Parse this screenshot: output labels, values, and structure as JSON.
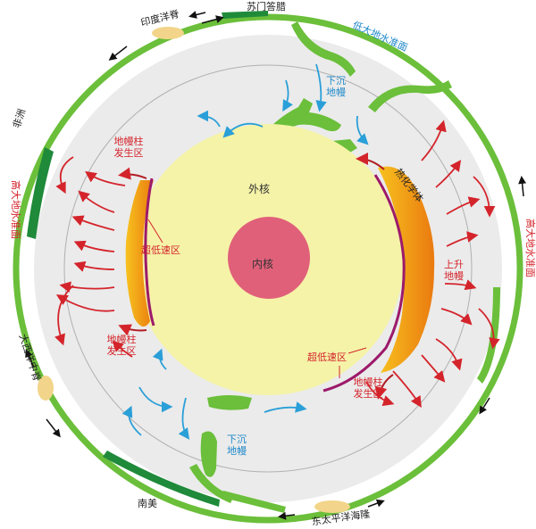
{
  "labels": {
    "top_center": "苏门答腊",
    "top_left": "印度洋脊",
    "top_right": "低大地水准面",
    "left_upper": "非洲",
    "left_mid": "高大地水准面",
    "left_lower": "大西洋中脊",
    "bottom_left": "南美",
    "bottom_right": "东太平洋海隆",
    "right_mid": "高大地水准面",
    "outer_core": "外核",
    "inner_core": "内核",
    "down_mantle": "下沉地幔",
    "up_mantle": "上升地幔",
    "plume_zone": "地幔柱发生区",
    "ulvz": "超低速区",
    "thermochemical": "热化学体"
  },
  "colors": {
    "crust_green": "#6bbf3a",
    "mantle_gray": "#ebebeb",
    "outer_core": "#f5f3a8",
    "inner_core": "#e0607a",
    "plume_red": "#d4242b",
    "downwelling_blue": "#2a9fd8",
    "lly_orange": "#f0a020"
  }
}
